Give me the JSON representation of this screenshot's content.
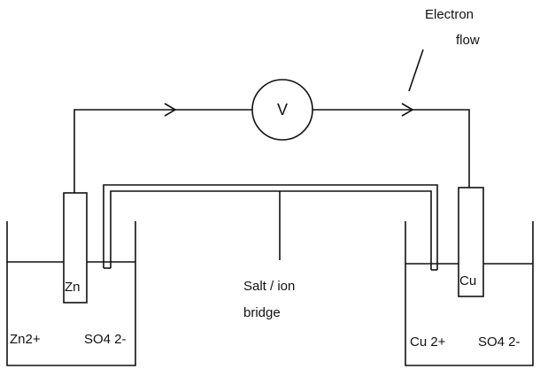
{
  "diagram": {
    "voltmeter_symbol": "V",
    "electron_flow_line1": "Electron",
    "electron_flow_line2": "flow",
    "salt_bridge_line1": "Salt / ion",
    "salt_bridge_line2": "bridge",
    "left_electrode_label": "Zn",
    "right_electrode_label": "Cu",
    "left_solution_cation": "Zn2+",
    "left_solution_anion": "SO4 2-",
    "right_solution_cation": "Cu 2+",
    "right_solution_anion": "SO4 2-"
  }
}
